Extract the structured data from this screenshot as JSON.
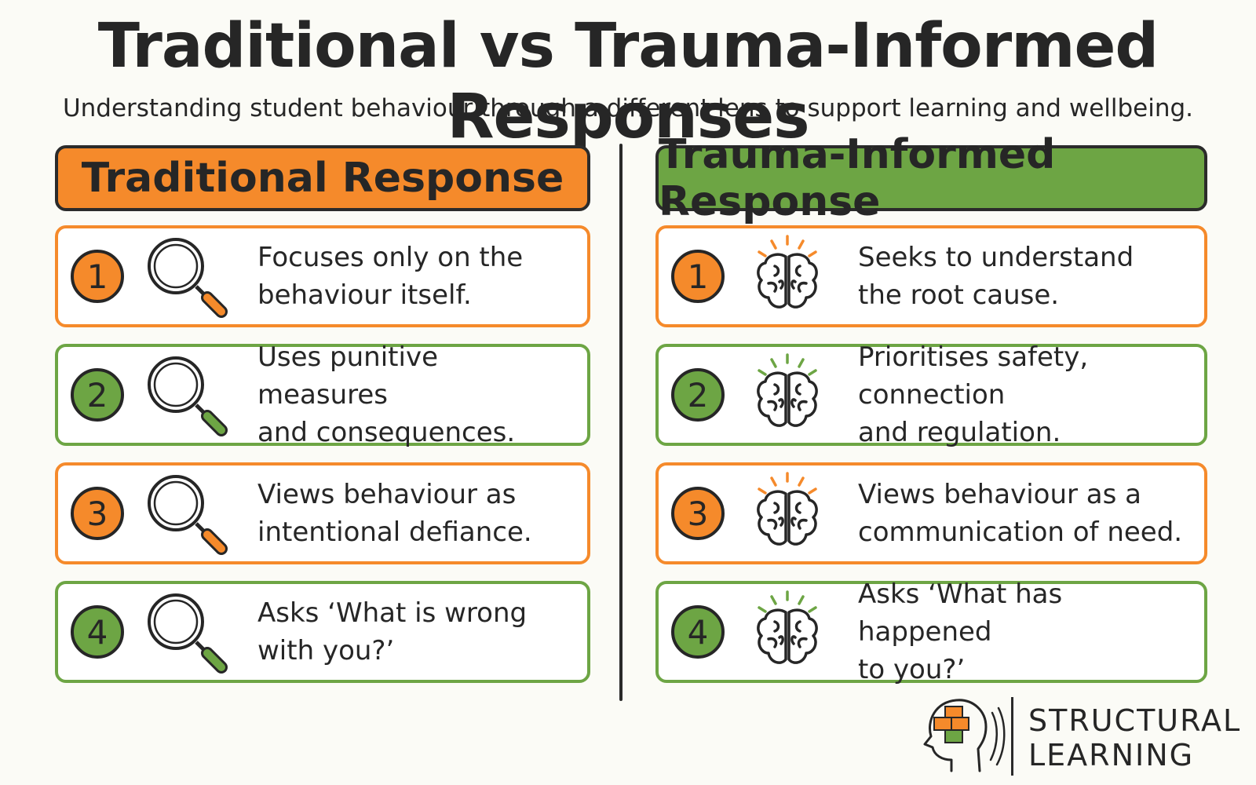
{
  "title": "Traditional vs Trauma-Informed Responses",
  "subtitle": "Understanding student behaviour through a different lens to support learning and wellbeing.",
  "colors": {
    "orange": "#f58a2b",
    "green": "#6da544",
    "ink": "#262626"
  },
  "left": {
    "header": "Traditional Response",
    "icon": "magnifying-glass-icon",
    "items": [
      {
        "num": "1",
        "line1": "Focuses only on the",
        "line2": "behaviour itself.",
        "color": "orange"
      },
      {
        "num": "2",
        "line1": "Uses punitive measures",
        "line2": "and consequences.",
        "color": "green"
      },
      {
        "num": "3",
        "line1": "Views behaviour as",
        "line2": "intentional defiance.",
        "color": "orange"
      },
      {
        "num": "4",
        "line1": "Asks ‘What is wrong",
        "line2": "with you?’",
        "color": "green"
      }
    ]
  },
  "right": {
    "header": "Trauma-Informed Response",
    "icon": "brain-icon",
    "items": [
      {
        "num": "1",
        "line1": "Seeks to understand",
        "line2": "the root cause.",
        "color": "orange"
      },
      {
        "num": "2",
        "line1": "Prioritises safety, connection",
        "line2": "and regulation.",
        "color": "green"
      },
      {
        "num": "3",
        "line1": "Views behaviour as a",
        "line2": "communication of need.",
        "color": "orange"
      },
      {
        "num": "4",
        "line1": "Asks ‘What has happened",
        "line2": "to you?’",
        "color": "green"
      }
    ]
  },
  "brand": {
    "line1": "STRUCTURAL",
    "line2": "LEARNING"
  }
}
